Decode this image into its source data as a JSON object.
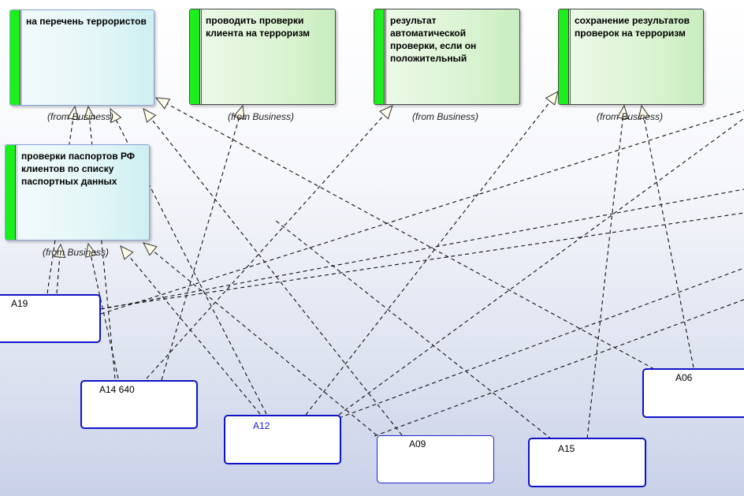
{
  "requirements": [
    {
      "text": "на перечень террористов",
      "from": "(from Business)"
    },
    {
      "text": "проводить проверки клиента на терроризм",
      "from": "(from Business)"
    },
    {
      "text": "результат автоматической проверки, если он положительный",
      "from": "(from Business)"
    },
    {
      "text": "сохранение результатов проверок на терроризм",
      "from": "(from Business)"
    },
    {
      "text": "проверки паспортов РФ клиентов по списку паспортных данных",
      "from": "(from Business)"
    }
  ],
  "components": [
    {
      "label": "A19"
    },
    {
      "label": "A14 640"
    },
    {
      "label": "A12"
    },
    {
      "label": "A09"
    },
    {
      "label": "A15"
    },
    {
      "label": "A06"
    }
  ],
  "colors": {
    "accent_bar": "#1cf01c",
    "component_border": "#0f12c9"
  }
}
